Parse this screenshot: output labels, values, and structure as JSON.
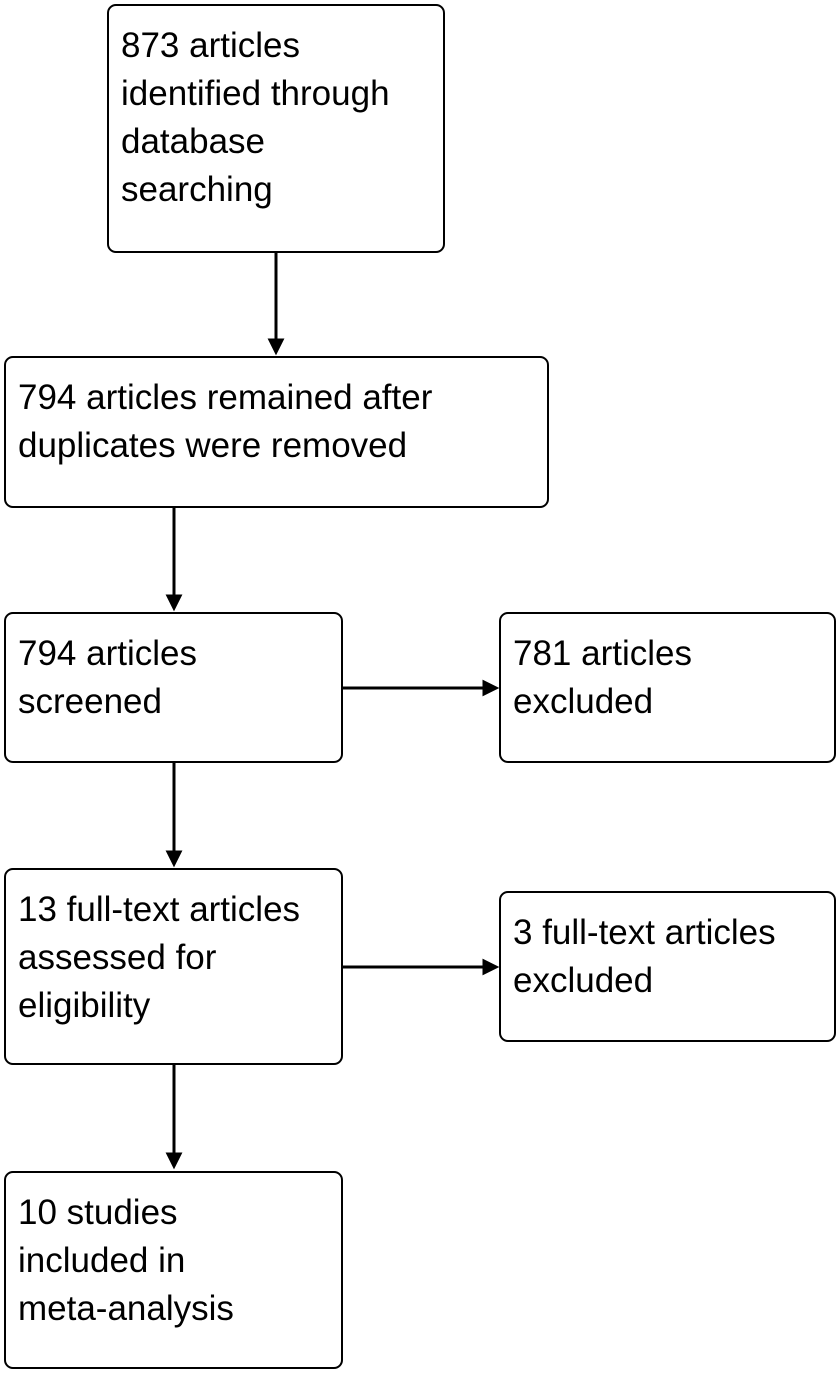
{
  "boxes": {
    "identified": {
      "lines": [
        "873 articles",
        "identified through",
        "database",
        "searching"
      ]
    },
    "duplicates_removed": {
      "lines": [
        "794 articles remained after",
        "duplicates were removed"
      ]
    },
    "screened": {
      "lines": [
        "794 articles",
        "screened"
      ]
    },
    "screened_excluded": {
      "lines": [
        "781 articles",
        "excluded"
      ]
    },
    "full_text_assessed": {
      "lines": [
        "13 full-text articles",
        "assessed for",
        "eligibility"
      ]
    },
    "full_text_excluded": {
      "lines": [
        "3 full-text articles",
        "excluded"
      ]
    },
    "included": {
      "lines": [
        "10 studies",
        "included in",
        "meta-analysis"
      ]
    }
  },
  "colors": {
    "stroke": "#000000",
    "background": "#ffffff"
  }
}
